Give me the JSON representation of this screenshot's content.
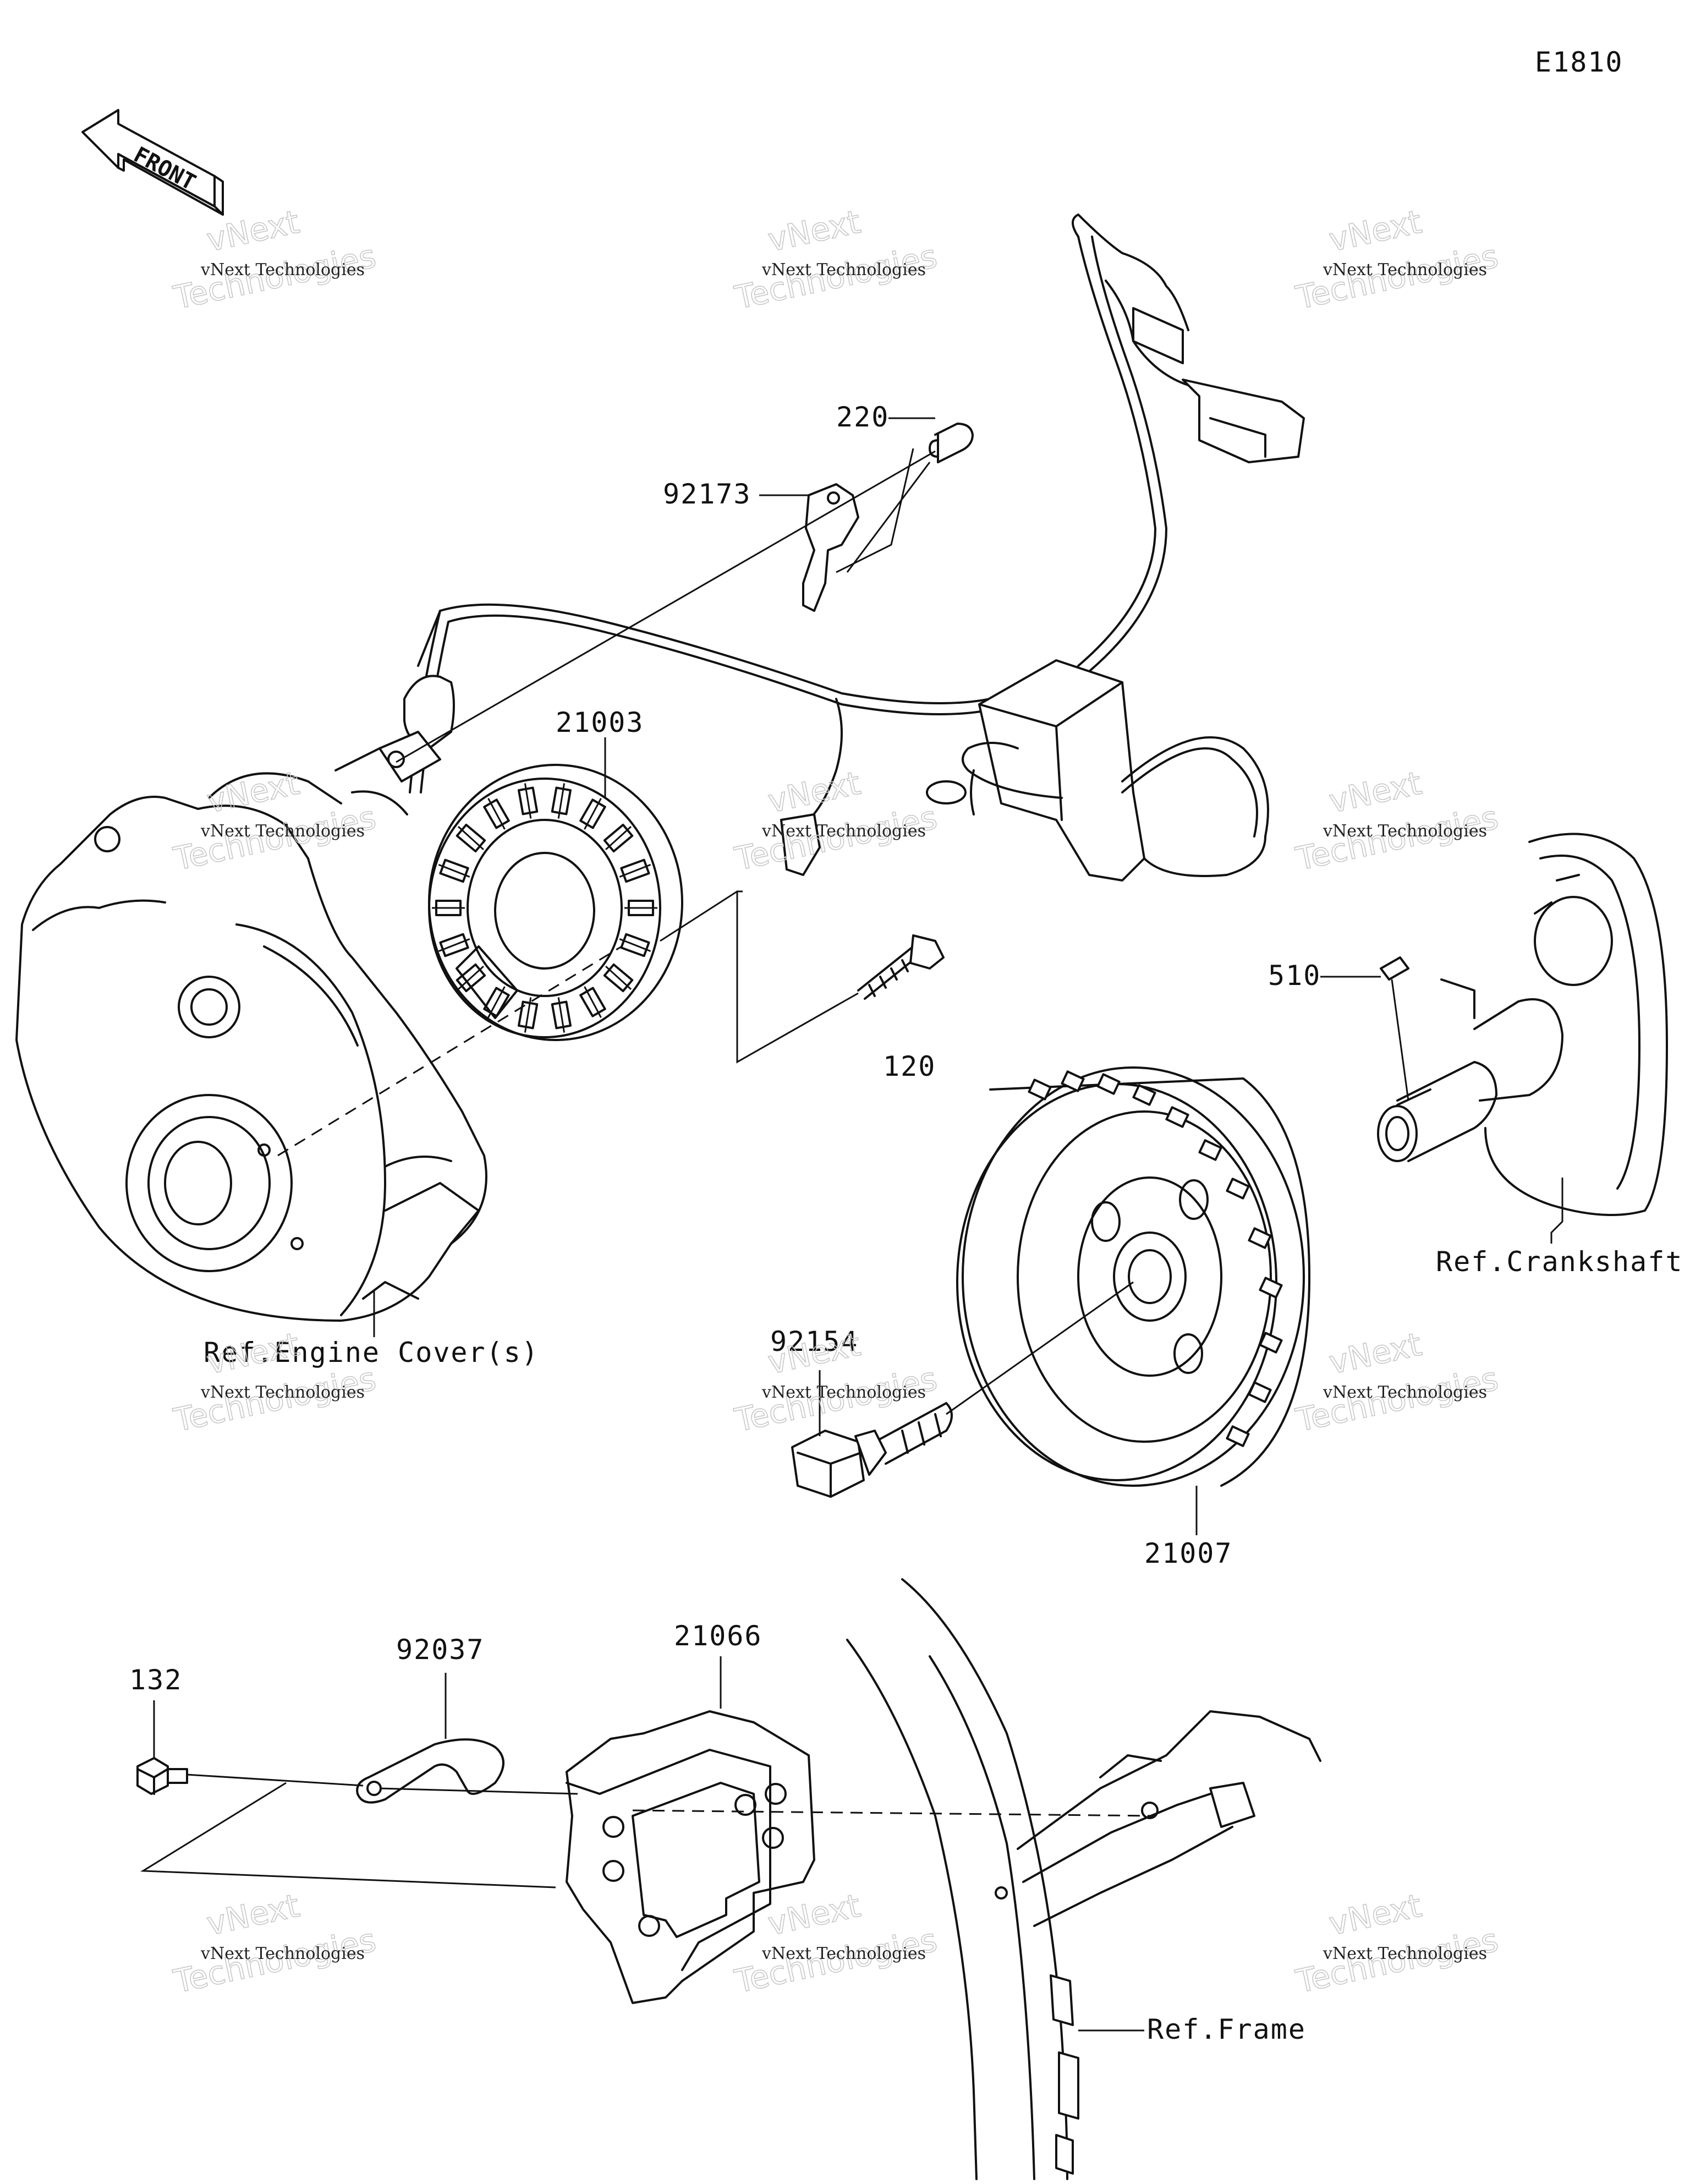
{
  "diagram_code": "E1810",
  "front_arrow": {
    "label": "FRONT",
    "icon": "front-arrow-icon"
  },
  "callouts": {
    "p220": "220",
    "p92173": "92173",
    "p21003": "21003",
    "p120": "120",
    "p510": "510",
    "p92154": "92154",
    "p21007": "21007",
    "p132": "132",
    "p92037": "92037",
    "p21066": "21066"
  },
  "references": {
    "engine_cover": "Ref.Engine Cover(s)",
    "crankshaft": "Ref.Crankshaft",
    "frame": "Ref.Frame"
  },
  "watermark": {
    "line1": "vNext Technologies",
    "line2": "vNext",
    "line3": "Technologies"
  }
}
